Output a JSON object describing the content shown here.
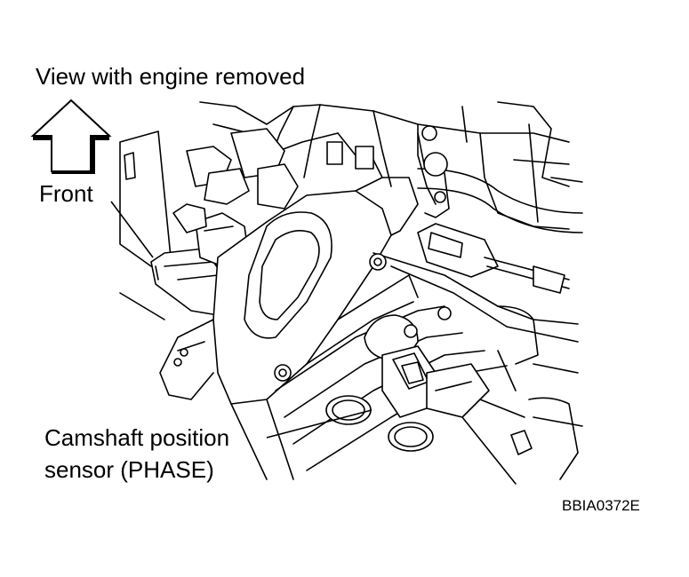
{
  "labels": {
    "view_title": "View with engine removed",
    "front": "Front",
    "callout_line1": "Camshaft position",
    "callout_line2": "sensor (PHASE)",
    "figure_code": "BBIA0372E"
  },
  "icons": {
    "direction_arrow": "up-arrow-icon"
  },
  "colors": {
    "ink": "#000000",
    "paper": "#ffffff"
  }
}
